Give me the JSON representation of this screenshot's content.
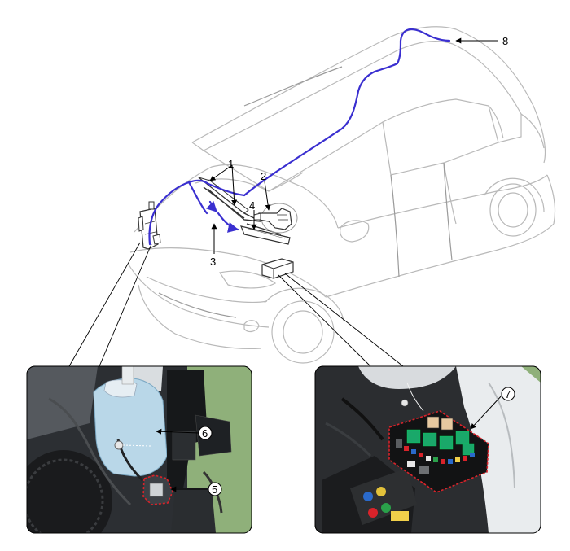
{
  "callouts": {
    "c1": "1",
    "c2": "2",
    "c3": "3",
    "c4": "4",
    "c5": "5",
    "c6": "6",
    "c7": "7",
    "c8": "8"
  },
  "colors": {
    "hose": "#3a2fd0",
    "highlight_dash": "#d8232a",
    "photo_background": "#8fb07a",
    "relay_green": "#1aa86a"
  },
  "icons": {
    "arrow": "arrowhead"
  }
}
